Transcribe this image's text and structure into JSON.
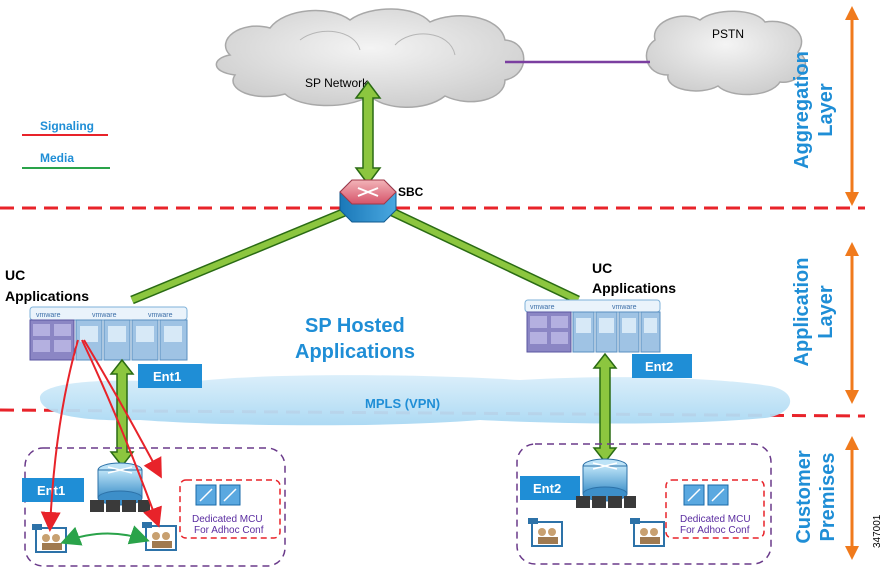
{
  "labels": {
    "sp_network": "SP Network",
    "pstn": "PSTN",
    "sbc": "SBC",
    "legend_signaling": "Signaling",
    "legend_media": "Media",
    "uc_left_line1": "UC",
    "uc_left_line2": "Applications",
    "uc_right_line1": "UC",
    "uc_right_line2": "Applications",
    "sp_hosted_line1": "SP Hosted",
    "sp_hosted_line2": "Applications",
    "ent1_dc": "Ent1",
    "ent2_dc": "Ent2",
    "mpls": "MPLS (VPN)",
    "ent1_premise": "Ent1",
    "ent2_premise": "Ent2",
    "mcu_left_line1": "Dedicated MCU",
    "mcu_left_line2": "For Adhoc Conf",
    "mcu_right_line1": "Dedicated MCU",
    "mcu_right_line2": "For Adhoc Conf",
    "vmware": "vmware"
  },
  "layers": {
    "aggregation_line1": "Aggregation",
    "aggregation_line2": "Layer",
    "application_line1": "Application",
    "application_line2": "Layer",
    "customer_line1": "Customer",
    "customer_line2": "Premises"
  },
  "figure_id": "347001",
  "colors": {
    "signaling": "#e8232a",
    "media": "#2aa34a",
    "link_green": "#8cc63f",
    "layer_arrow": "#f07a1c",
    "layer_text": "#1f8ed6",
    "divider": "#e8232a",
    "badge": "#1f8ed6",
    "mcu_text": "#5a2ca0",
    "cloud": "#dcdcdc",
    "pstn_link": "#7b3fa0"
  }
}
